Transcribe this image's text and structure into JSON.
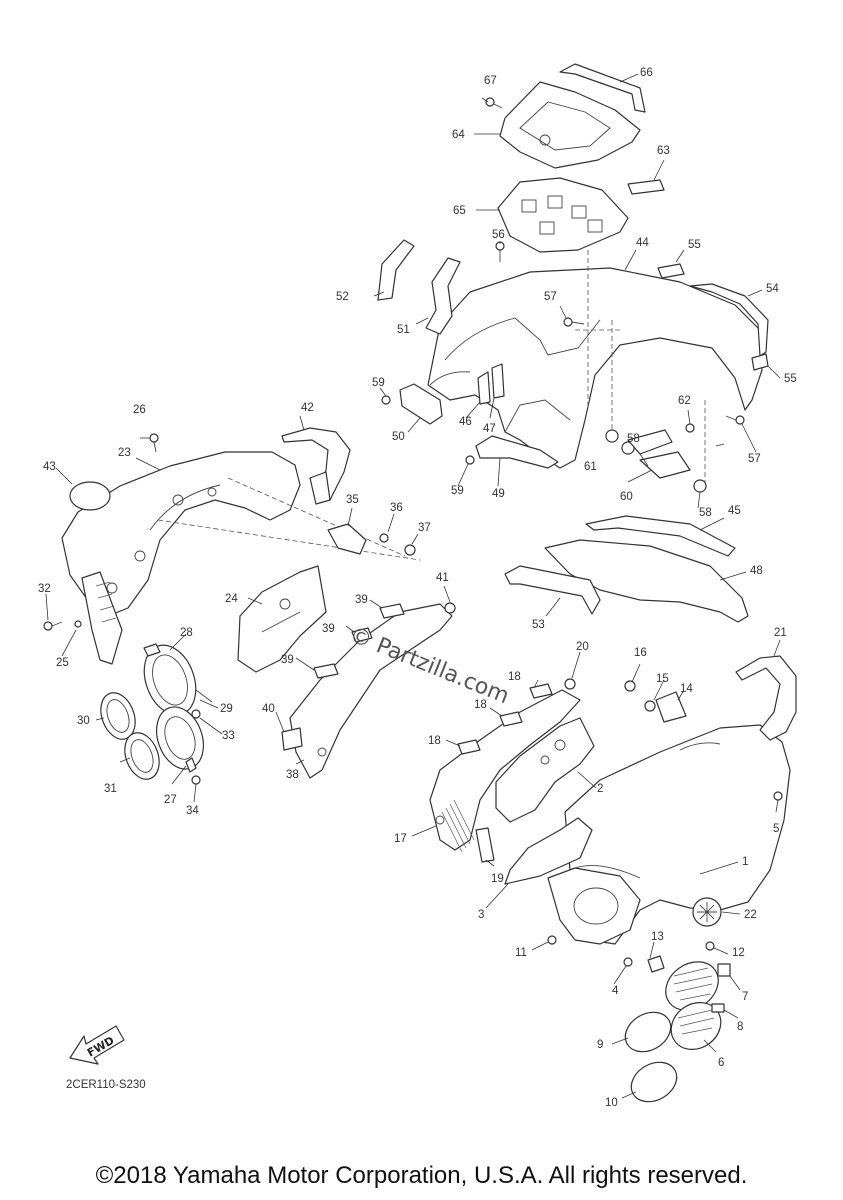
{
  "diagram_code": "2CER110-S230",
  "watermark": "© Partzilla.com",
  "fwd_label": "FWD",
  "copyright": "©2018 Yamaha Motor Corporation, U.S.A. All rights reserved.",
  "callouts": [
    "1",
    "2",
    "3",
    "4",
    "5",
    "6",
    "7",
    "8",
    "9",
    "10",
    "11",
    "12",
    "13",
    "14",
    "15",
    "16",
    "17",
    "18",
    "18",
    "18",
    "18",
    "19",
    "20",
    "21",
    "22",
    "23",
    "24",
    "25",
    "26",
    "27",
    "28",
    "29",
    "30",
    "31",
    "32",
    "33",
    "34",
    "35",
    "36",
    "37",
    "38",
    "39",
    "39",
    "39",
    "40",
    "41",
    "42",
    "43",
    "44",
    "45",
    "46",
    "47",
    "48",
    "49",
    "50",
    "51",
    "52",
    "53",
    "54",
    "55",
    "55",
    "56",
    "57",
    "57",
    "58",
    "58",
    "59",
    "59",
    "60",
    "61",
    "62",
    "63",
    "64",
    "65",
    "66",
    "67"
  ]
}
